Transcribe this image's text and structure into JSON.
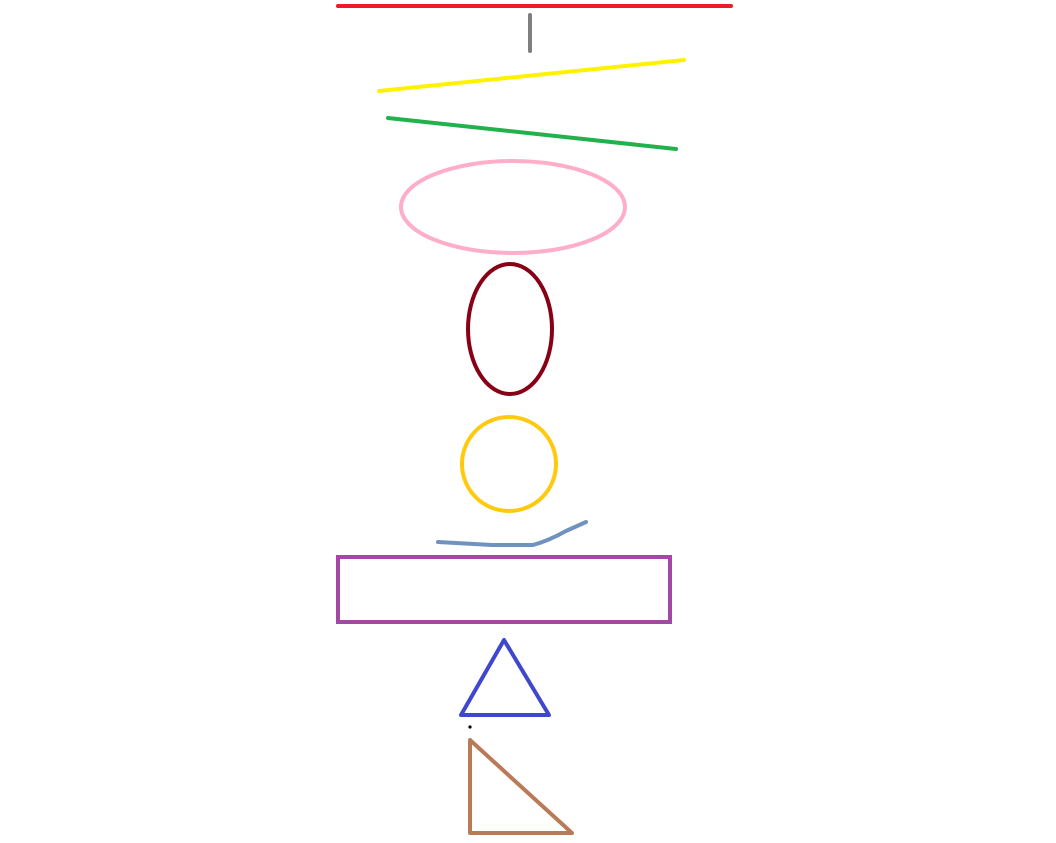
{
  "canvas": {
    "background": "#ffffff"
  },
  "shapes": [
    {
      "name": "red-horizontal-line",
      "kind": "line",
      "color": "#ed1c24"
    },
    {
      "name": "gray-vertical-line",
      "kind": "line",
      "color": "#7f7f7f"
    },
    {
      "name": "yellow-line",
      "kind": "line",
      "color": "#fff200"
    },
    {
      "name": "green-line",
      "kind": "line",
      "color": "#22b14c"
    },
    {
      "name": "pink-ellipse",
      "kind": "ellipse",
      "color": "#ffaec9"
    },
    {
      "name": "maroon-ellipse",
      "kind": "ellipse",
      "color": "#880015"
    },
    {
      "name": "gold-circle",
      "kind": "circle",
      "color": "#ffc90e"
    },
    {
      "name": "blue-gray-curve",
      "kind": "curve",
      "color": "#7092be"
    },
    {
      "name": "purple-rectangle",
      "kind": "rectangle",
      "color": "#a349a4"
    },
    {
      "name": "blue-triangle",
      "kind": "triangle",
      "color": "#3f48cc"
    },
    {
      "name": "black-dot",
      "kind": "dot",
      "color": "#000000"
    },
    {
      "name": "brown-right-triangle",
      "kind": "right-triangle",
      "color": "#b97a57"
    }
  ]
}
